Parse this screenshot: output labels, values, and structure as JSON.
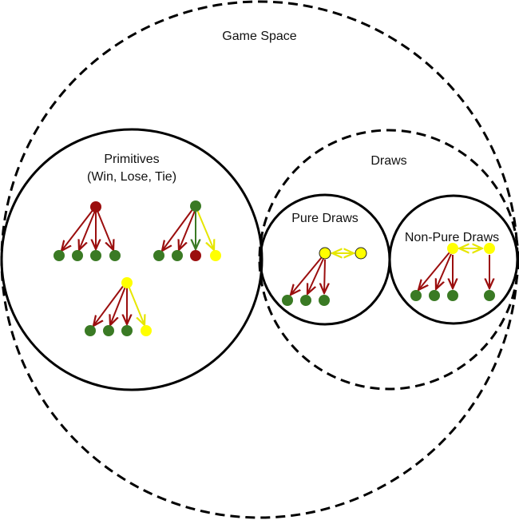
{
  "labels": {
    "game_space": "Game Space",
    "primitives_line1": "Primitives",
    "primitives_line2": "(Win, Lose, Tie)",
    "draws": "Draws",
    "pure_draws": "Pure Draws",
    "non_pure_draws": "Non-Pure Draws"
  },
  "colors": {
    "win": "#3a7a24",
    "lose": "#9b0e0e",
    "tie": "#ffff00",
    "draw_node": "#ffff00",
    "draw_node_outline": "#222222",
    "outline": "#000000",
    "background": "#ffffff"
  },
  "legend_semantics": {
    "green_node": "win-position",
    "red_node": "lose-position",
    "yellow_node": "tie-or-draw-position"
  }
}
